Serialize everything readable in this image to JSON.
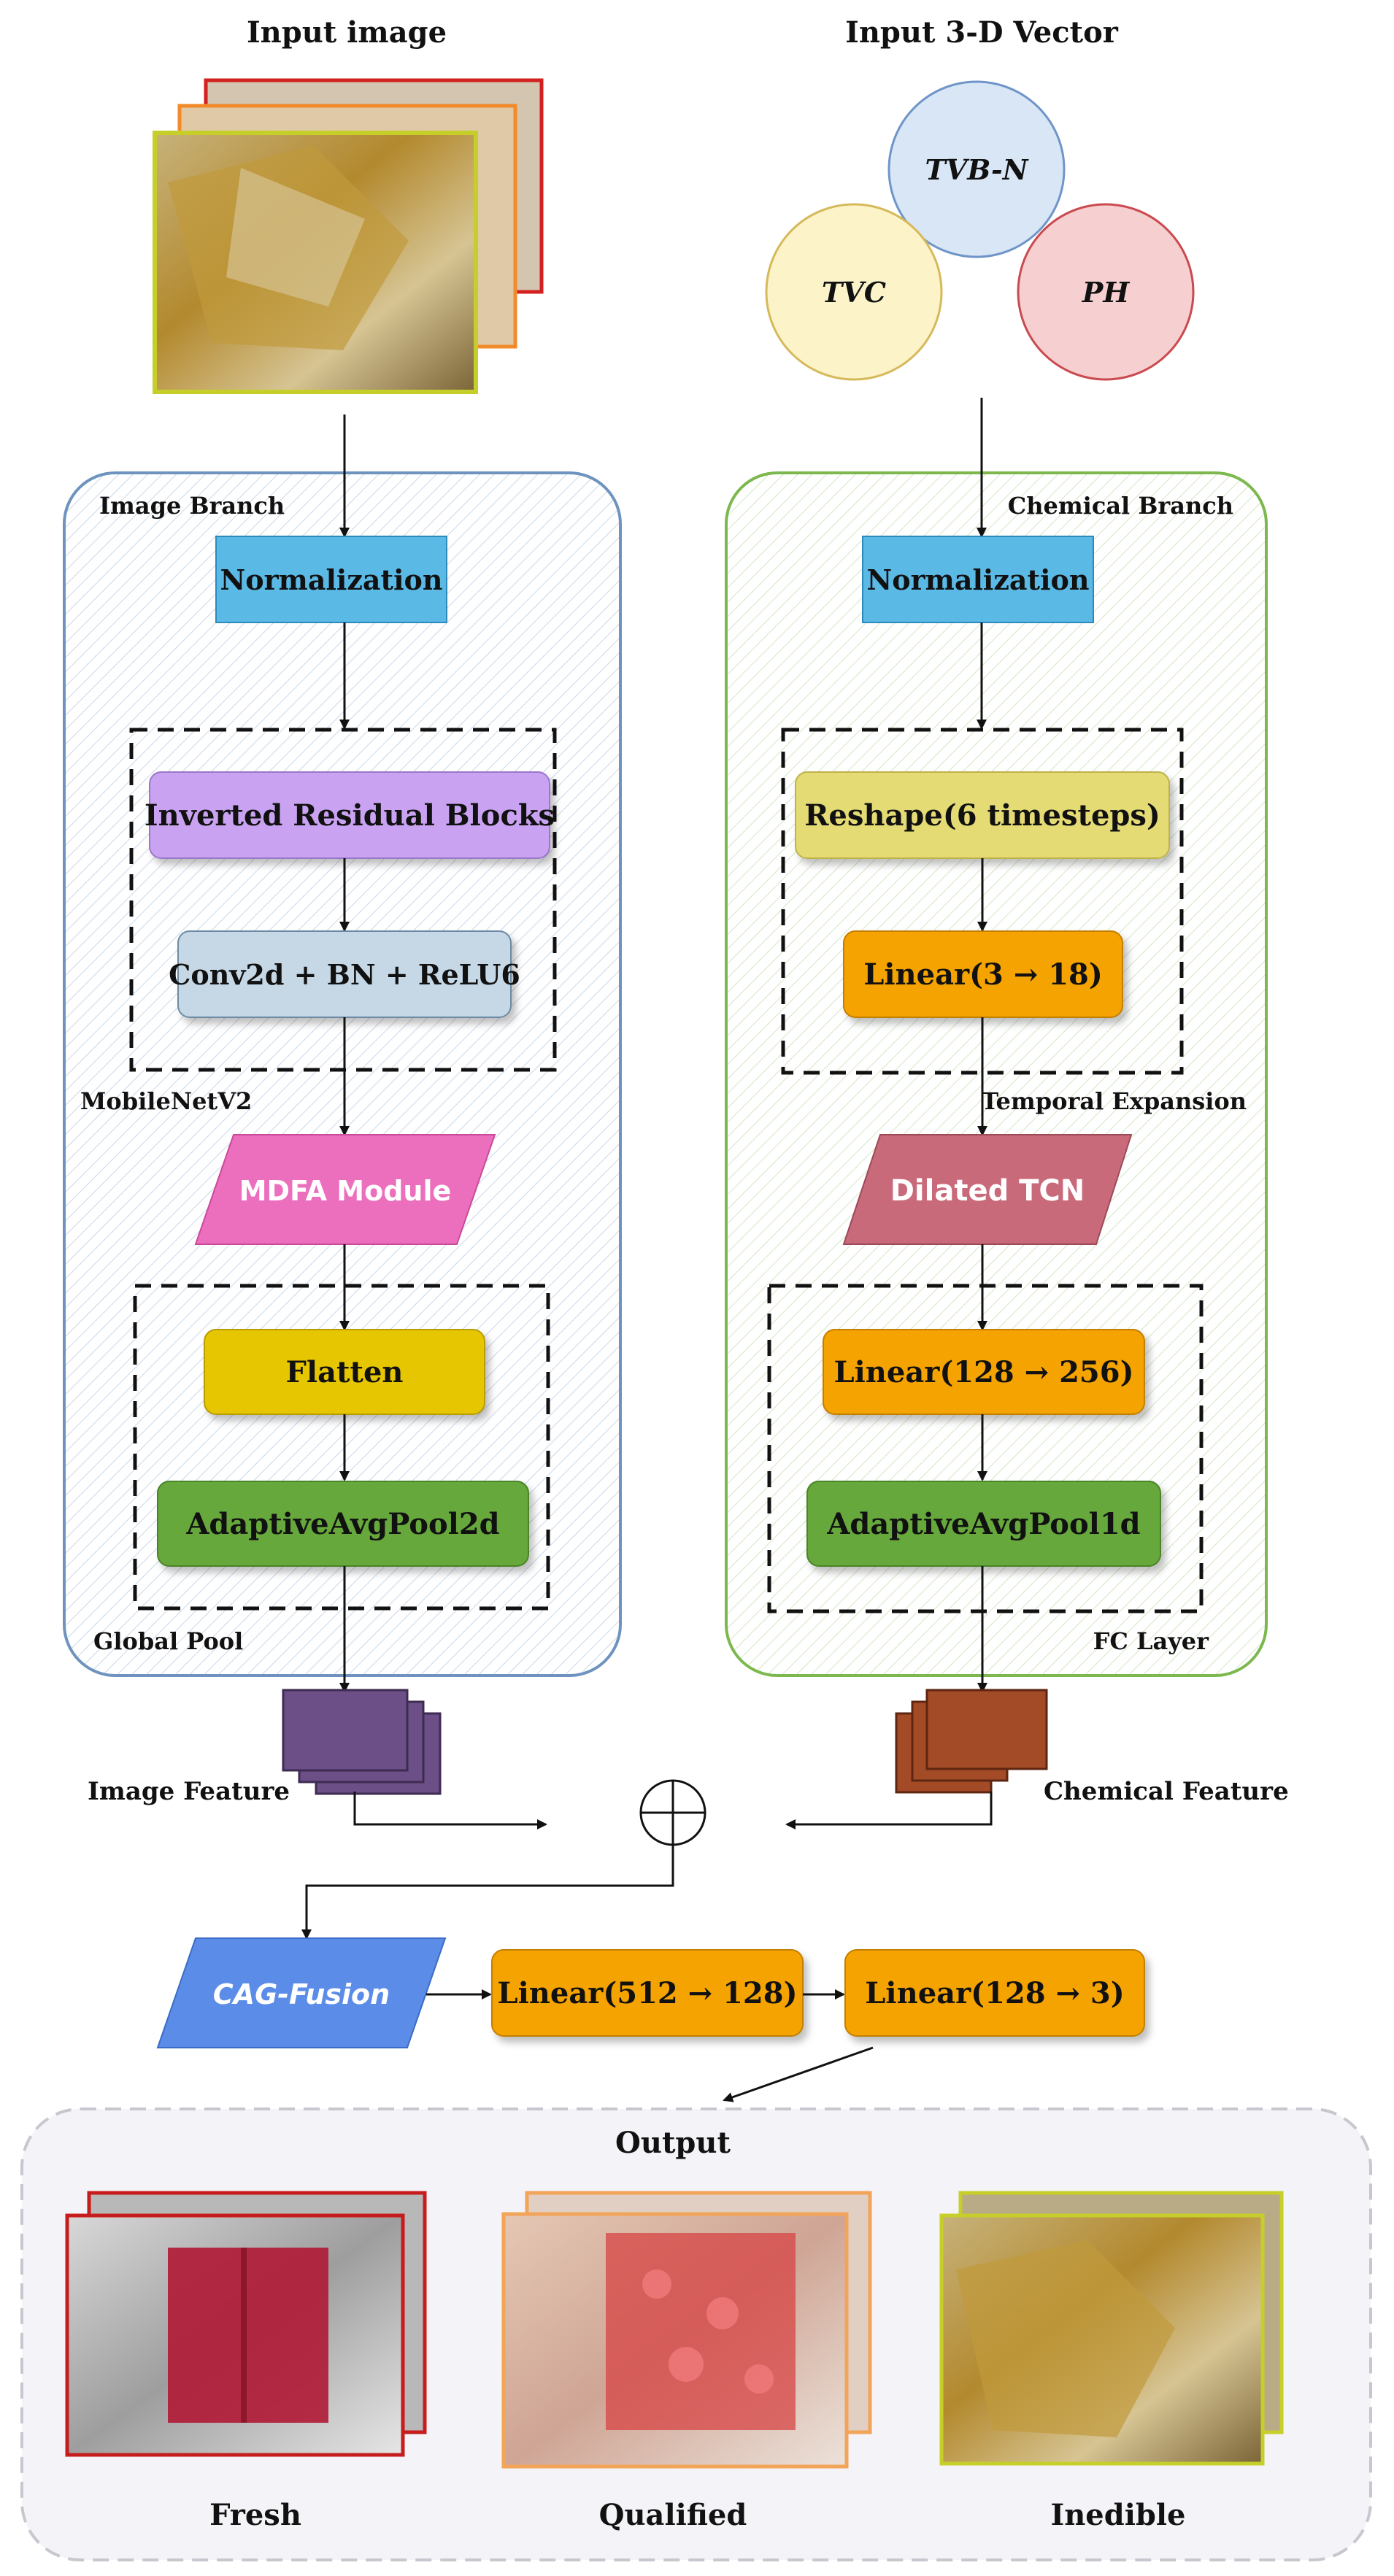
{
  "inputs": {
    "image_title": "Input image",
    "vector_title": "Input 3-D Vector",
    "circles": [
      "TVB-N",
      "TVC",
      "PH"
    ]
  },
  "image_branch": {
    "label": "Image Branch",
    "normalization": "Normalization",
    "mobilenet_label": "MobileNetV2",
    "inverted_residual": "Inverted Residual Blocks",
    "conv": "Conv2d + BN + ReLU6",
    "mdfa": "MDFA Module",
    "flatten": "Flatten",
    "avgpool": "AdaptiveAvgPool2d",
    "global_pool_label": "Global Pool",
    "feature_label": "Image Feature"
  },
  "chemical_branch": {
    "label": "Chemical Branch",
    "normalization": "Normalization",
    "reshape": "Reshape(6 timesteps)",
    "linear1": "Linear(3 → 18)",
    "temporal_label": "Temporal Expansion",
    "tcn": "Dilated TCN",
    "linear2": "Linear(128 → 256)",
    "avgpool": "AdaptiveAvgPool1d",
    "fc_label": "FC Layer",
    "feature_label": "Chemical Feature"
  },
  "fusion": {
    "cag": "CAG-Fusion",
    "linear_a": "Linear(512 → 128)",
    "linear_b": "Linear(128 → 3)"
  },
  "output": {
    "title": "Output",
    "classes": [
      "Fresh",
      "Qualified",
      "Inedible"
    ]
  },
  "colors": {
    "normalization": "#5bb9e6",
    "inverted": "#c9a3f2",
    "conv": "#c6d8e6",
    "mdfa": "#ec6fbd",
    "flatten": "#e6c600",
    "avgpool": "#66a83a",
    "reshape": "#e5db74",
    "linear": "#f5a300",
    "tcn": "#c96a7b",
    "cag": "#5b8de8",
    "image_feature": "#6b4f86",
    "chem_feature": "#a34a26",
    "circle_tvbn": "#d8e6f6",
    "circle_tvc": "#fcf3c9",
    "circle_ph": "#f6cfd0"
  }
}
